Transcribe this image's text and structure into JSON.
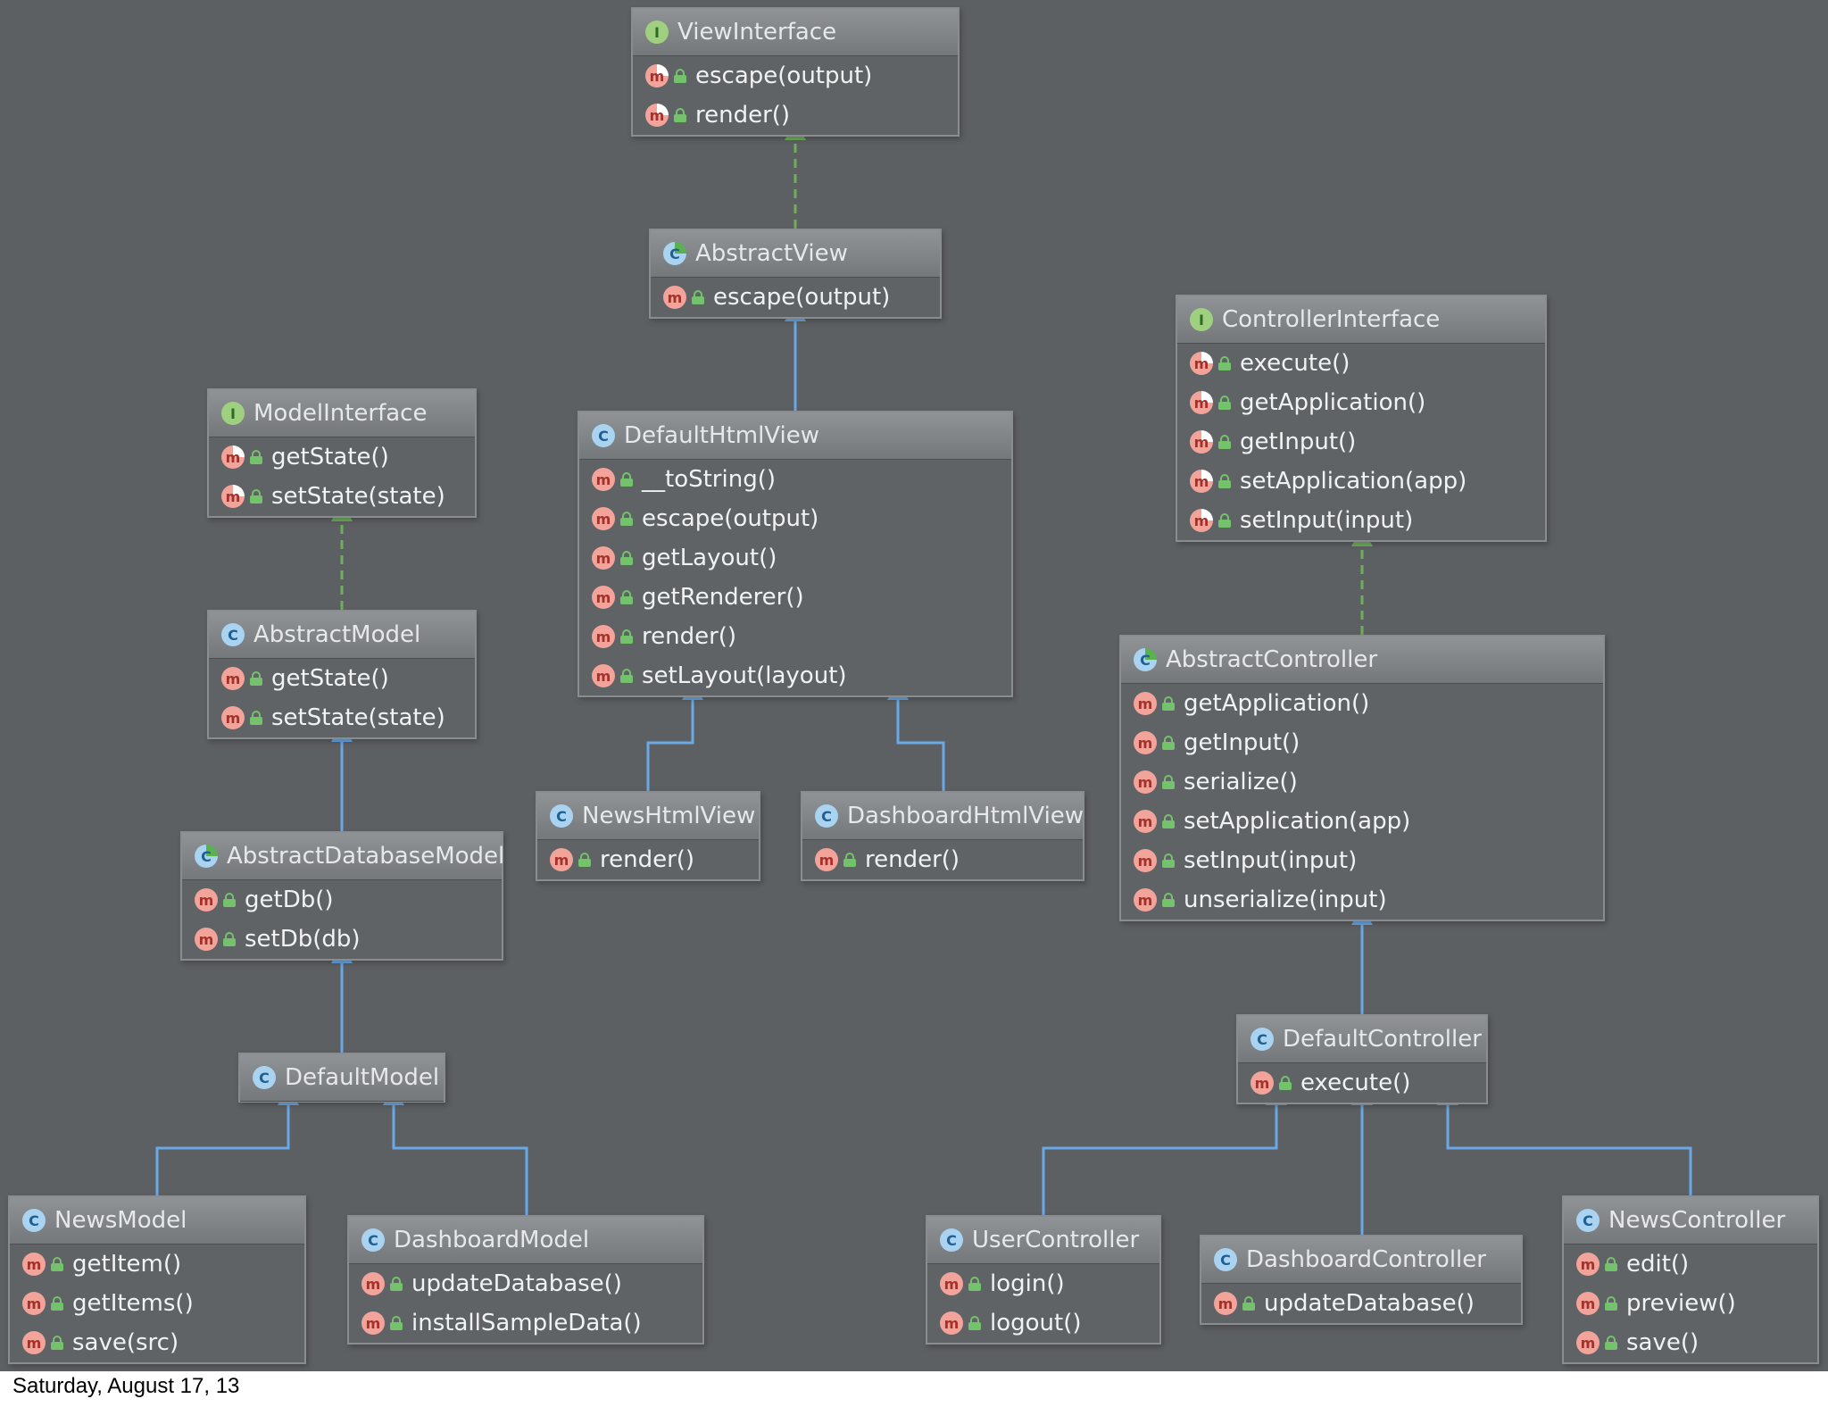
{
  "diagram": {
    "classes": [
      {
        "id": "ViewInterface",
        "kind": "interface",
        "title": "ViewInterface",
        "methods": [
          {
            "name": "escape(output)",
            "kind": "abstract"
          },
          {
            "name": "render()",
            "kind": "abstract"
          }
        ]
      },
      {
        "id": "AbstractView",
        "kind": "abstract-class",
        "title": "AbstractView",
        "methods": [
          {
            "name": "escape(output)",
            "kind": "method"
          }
        ]
      },
      {
        "id": "DefaultHtmlView",
        "kind": "class",
        "title": "DefaultHtmlView",
        "methods": [
          {
            "name": "__toString()",
            "kind": "method"
          },
          {
            "name": "escape(output)",
            "kind": "method"
          },
          {
            "name": "getLayout()",
            "kind": "method"
          },
          {
            "name": "getRenderer()",
            "kind": "method"
          },
          {
            "name": "render()",
            "kind": "method"
          },
          {
            "name": "setLayout(layout)",
            "kind": "method"
          }
        ]
      },
      {
        "id": "NewsHtmlView",
        "kind": "class",
        "title": "NewsHtmlView",
        "methods": [
          {
            "name": "render()",
            "kind": "method"
          }
        ]
      },
      {
        "id": "DashboardHtmlView",
        "kind": "class",
        "title": "DashboardHtmlView",
        "methods": [
          {
            "name": "render()",
            "kind": "method"
          }
        ]
      },
      {
        "id": "ModelInterface",
        "kind": "interface",
        "title": "ModelInterface",
        "methods": [
          {
            "name": "getState()",
            "kind": "abstract"
          },
          {
            "name": "setState(state)",
            "kind": "abstract"
          }
        ]
      },
      {
        "id": "AbstractModel",
        "kind": "class",
        "title": "AbstractModel",
        "methods": [
          {
            "name": "getState()",
            "kind": "method"
          },
          {
            "name": "setState(state)",
            "kind": "method"
          }
        ]
      },
      {
        "id": "AbstractDatabaseModel",
        "kind": "abstract-class",
        "title": "AbstractDatabaseModel",
        "methods": [
          {
            "name": "getDb()",
            "kind": "method"
          },
          {
            "name": "setDb(db)",
            "kind": "method"
          }
        ]
      },
      {
        "id": "DefaultModel",
        "kind": "class",
        "title": "DefaultModel",
        "methods": []
      },
      {
        "id": "NewsModel",
        "kind": "class",
        "title": "NewsModel",
        "methods": [
          {
            "name": "getItem()",
            "kind": "method"
          },
          {
            "name": "getItems()",
            "kind": "method"
          },
          {
            "name": "save(src)",
            "kind": "method"
          }
        ]
      },
      {
        "id": "DashboardModel",
        "kind": "class",
        "title": "DashboardModel",
        "methods": [
          {
            "name": "updateDatabase()",
            "kind": "method"
          },
          {
            "name": "installSampleData()",
            "kind": "method"
          }
        ]
      },
      {
        "id": "ControllerInterface",
        "kind": "interface",
        "title": "ControllerInterface",
        "methods": [
          {
            "name": "execute()",
            "kind": "abstract"
          },
          {
            "name": "getApplication()",
            "kind": "abstract"
          },
          {
            "name": "getInput()",
            "kind": "abstract"
          },
          {
            "name": "setApplication(app)",
            "kind": "abstract"
          },
          {
            "name": "setInput(input)",
            "kind": "abstract"
          }
        ]
      },
      {
        "id": "AbstractController",
        "kind": "abstract-class",
        "title": "AbstractController",
        "methods": [
          {
            "name": "getApplication()",
            "kind": "method"
          },
          {
            "name": "getInput()",
            "kind": "method"
          },
          {
            "name": "serialize()",
            "kind": "method"
          },
          {
            "name": "setApplication(app)",
            "kind": "method"
          },
          {
            "name": "setInput(input)",
            "kind": "method"
          },
          {
            "name": "unserialize(input)",
            "kind": "method"
          }
        ]
      },
      {
        "id": "DefaultController",
        "kind": "class",
        "title": "DefaultController",
        "methods": [
          {
            "name": "execute()",
            "kind": "method"
          }
        ]
      },
      {
        "id": "UserController",
        "kind": "class",
        "title": "UserController",
        "methods": [
          {
            "name": "login()",
            "kind": "method"
          },
          {
            "name": "logout()",
            "kind": "method"
          }
        ]
      },
      {
        "id": "DashboardController",
        "kind": "class",
        "title": "DashboardController",
        "methods": [
          {
            "name": "updateDatabase()",
            "kind": "method"
          }
        ]
      },
      {
        "id": "NewsController",
        "kind": "class",
        "title": "NewsController",
        "methods": [
          {
            "name": "edit()",
            "kind": "method"
          },
          {
            "name": "preview()",
            "kind": "method"
          },
          {
            "name": "save()",
            "kind": "method"
          }
        ]
      }
    ],
    "relations": [
      {
        "from": "AbstractView",
        "to": "ViewInterface",
        "type": "implements"
      },
      {
        "from": "DefaultHtmlView",
        "to": "AbstractView",
        "type": "extends"
      },
      {
        "from": "NewsHtmlView",
        "to": "DefaultHtmlView",
        "type": "extends"
      },
      {
        "from": "DashboardHtmlView",
        "to": "DefaultHtmlView",
        "type": "extends"
      },
      {
        "from": "AbstractModel",
        "to": "ModelInterface",
        "type": "implements"
      },
      {
        "from": "AbstractDatabaseModel",
        "to": "AbstractModel",
        "type": "extends"
      },
      {
        "from": "DefaultModel",
        "to": "AbstractDatabaseModel",
        "type": "extends"
      },
      {
        "from": "NewsModel",
        "to": "DefaultModel",
        "type": "extends"
      },
      {
        "from": "DashboardModel",
        "to": "DefaultModel",
        "type": "extends"
      },
      {
        "from": "AbstractController",
        "to": "ControllerInterface",
        "type": "implements"
      },
      {
        "from": "DefaultController",
        "to": "AbstractController",
        "type": "extends"
      },
      {
        "from": "UserController",
        "to": "DefaultController",
        "type": "extends"
      },
      {
        "from": "DashboardController",
        "to": "DefaultController",
        "type": "extends"
      },
      {
        "from": "NewsController",
        "to": "DefaultController",
        "type": "extends"
      }
    ],
    "colors": {
      "background": "#5d6063",
      "extends": "#6aa8e6",
      "implements": "#6fae5c"
    }
  },
  "footer": {
    "date": "Saturday, August 17, 13"
  }
}
